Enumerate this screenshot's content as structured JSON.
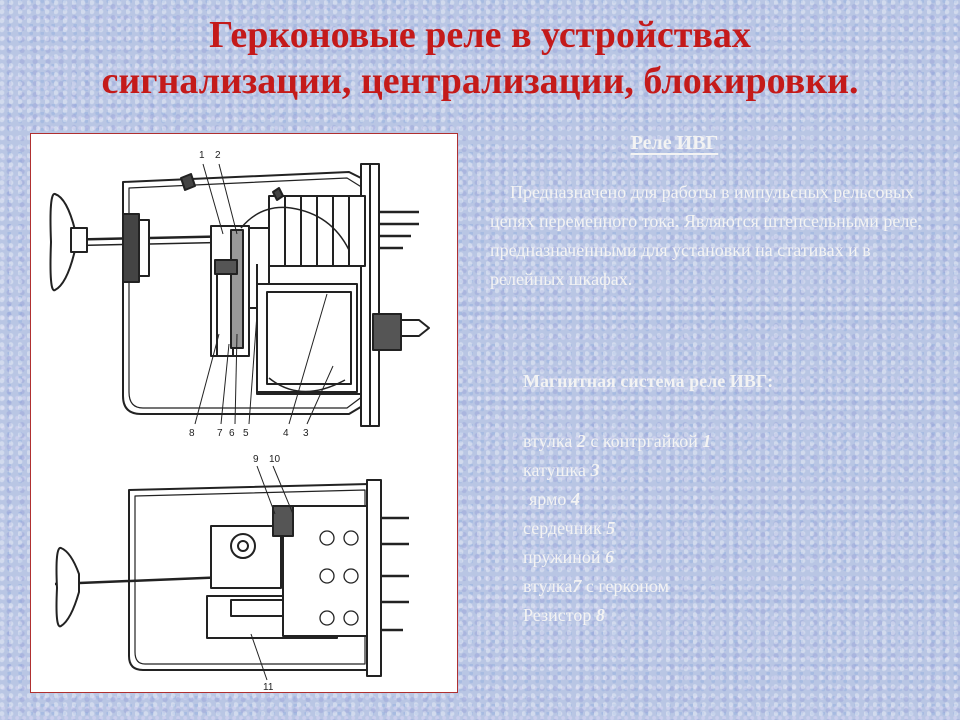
{
  "slide": {
    "title_line1": "Герконовые реле в устройствах",
    "title_line2": "сигнализации, централизации, блокировки."
  },
  "figure": {
    "top_labels": [
      "1",
      "2"
    ],
    "bottom_labels": [
      "8",
      "7",
      "6",
      "5",
      "4",
      "3"
    ],
    "lower_top_labels": [
      "9",
      "10"
    ],
    "lower_bottom_label": "11"
  },
  "text": {
    "subtitle": "Реле  ИВГ",
    "description": "Предназначено для работы в импульсных рельсовых цепях переменного тока. Являются штепсельными реле, предназначенными для установки на стативах и в релейных шкафах.",
    "magnet_heading": "Магнитная система реле ИВГ:",
    "parts": [
      {
        "text": "втулка ",
        "num": "2",
        "text2": " с контргайкой ",
        "num2": "1"
      },
      {
        "text": "катушка ",
        "num": "3",
        "text2": "",
        "num2": ""
      },
      {
        "text": "ярмо ",
        "num": "4",
        "text2": "",
        "num2": ""
      },
      {
        "text": "сердечник ",
        "num": "5",
        "text2": "",
        "num2": ""
      },
      {
        "text": "пружиной ",
        "num": "6",
        "text2": "",
        "num2": ""
      },
      {
        "text": "втулка",
        "num": "7",
        "text2": " с герконом",
        "num2": ""
      },
      {
        "text": "Резистор ",
        "num": "8",
        "text2": "",
        "num2": ""
      }
    ]
  }
}
